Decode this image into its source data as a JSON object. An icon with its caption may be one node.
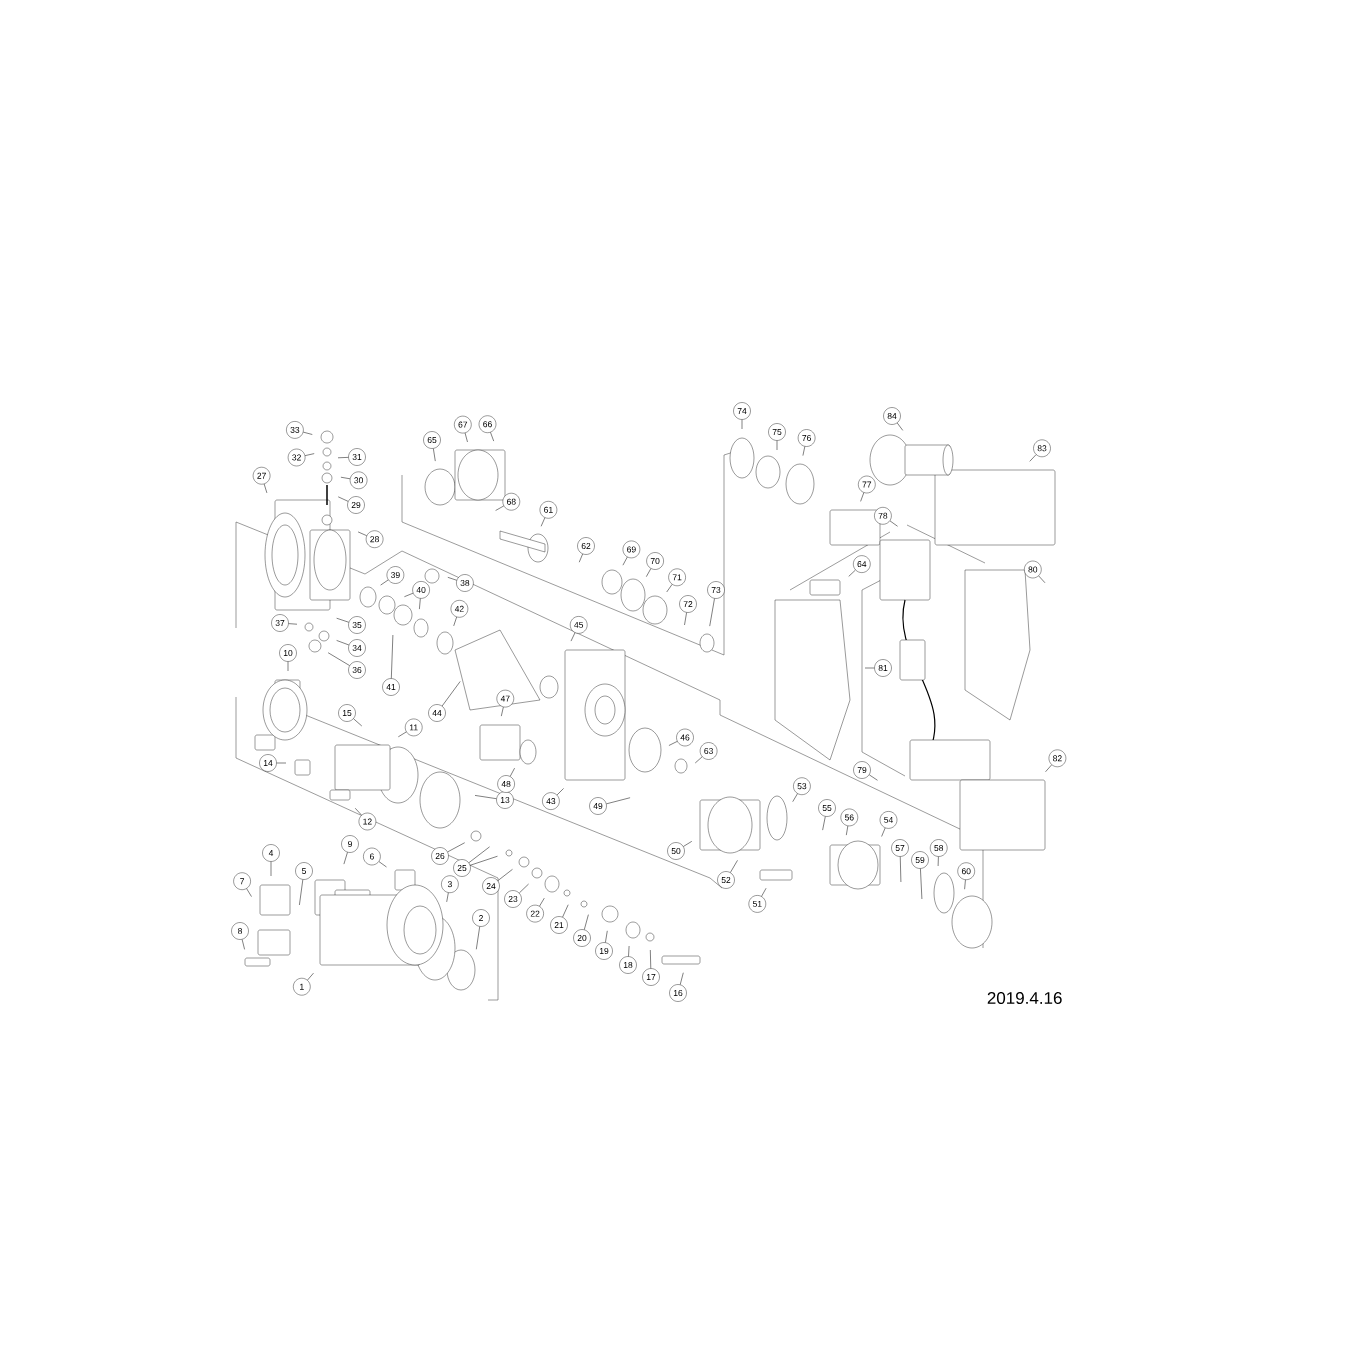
{
  "diagram": {
    "nodes": [
      {
        "text": [
          "1"
        ]
      },
      {
        "text": [
          "2"
        ]
      },
      {
        "text": [
          "3"
        ]
      },
      {
        "text": [
          "4"
        ]
      },
      {
        "text": [
          "5"
        ]
      },
      {
        "text": [
          "6"
        ]
      },
      {
        "text": [
          "7"
        ]
      },
      {
        "text": [
          "8"
        ]
      },
      {
        "text": [
          "9"
        ]
      },
      {
        "text": [
          "10"
        ]
      },
      {
        "text": [
          "11"
        ]
      },
      {
        "text": [
          "12"
        ]
      },
      {
        "text": [
          "13"
        ]
      },
      {
        "text": [
          "14"
        ]
      },
      {
        "text": [
          "15"
        ]
      },
      {
        "text": [
          "16"
        ]
      },
      {
        "text": [
          "17"
        ]
      },
      {
        "text": [
          "18"
        ]
      },
      {
        "text": [
          "19"
        ]
      },
      {
        "text": [
          "20"
        ]
      },
      {
        "text": [
          "21"
        ]
      },
      {
        "text": [
          "22"
        ]
      },
      {
        "text": [
          "23"
        ]
      },
      {
        "text": [
          "24"
        ]
      },
      {
        "text": [
          "25"
        ]
      },
      {
        "text": [
          "26"
        ]
      },
      {
        "text": [
          "27"
        ]
      },
      {
        "text": [
          "28"
        ]
      },
      {
        "text": [
          "29"
        ]
      },
      {
        "text": [
          "30"
        ]
      },
      {
        "text": [
          "31"
        ]
      },
      {
        "text": [
          "32"
        ]
      },
      {
        "text": [
          "33"
        ]
      },
      {
        "text": [
          "34"
        ]
      },
      {
        "text": [
          "35"
        ]
      },
      {
        "text": [
          "36"
        ]
      },
      {
        "text": [
          "37"
        ]
      },
      {
        "text": [
          "38"
        ]
      },
      {
        "text": [
          "39"
        ]
      },
      {
        "text": [
          "40"
        ]
      },
      {
        "text": [
          "41"
        ]
      },
      {
        "text": [
          "42"
        ]
      },
      {
        "text": [
          "43"
        ]
      },
      {
        "text": [
          "44"
        ]
      },
      {
        "text": [
          "45"
        ]
      },
      {
        "text": [
          "46"
        ]
      },
      {
        "text": [
          "47"
        ]
      },
      {
        "text": [
          "48"
        ]
      },
      {
        "text": [
          "49"
        ]
      },
      {
        "text": [
          "50"
        ]
      },
      {
        "text": [
          "51"
        ]
      },
      {
        "text": [
          "52"
        ]
      },
      {
        "text": [
          "53"
        ]
      },
      {
        "text": [
          "54"
        ]
      },
      {
        "text": [
          "55"
        ]
      },
      {
        "text": [
          "56"
        ]
      },
      {
        "text": [
          "57"
        ]
      },
      {
        "text": [
          "58"
        ]
      },
      {
        "text": [
          "59"
        ]
      },
      {
        "text": [
          "60"
        ]
      },
      {
        "text": [
          "61"
        ]
      },
      {
        "text": [
          "62"
        ]
      },
      {
        "text": [
          "63"
        ]
      },
      {
        "text": [
          "64"
        ]
      },
      {
        "text": [
          "65"
        ]
      },
      {
        "text": [
          "66"
        ]
      },
      {
        "text": [
          "67"
        ]
      },
      {
        "text": [
          "68"
        ]
      },
      {
        "text": [
          "69"
        ]
      },
      {
        "text": [
          "70"
        ]
      },
      {
        "text": [
          "71"
        ]
      },
      {
        "text": [
          "72"
        ]
      },
      {
        "text": [
          "73"
        ]
      },
      {
        "text": [
          "74"
        ]
      },
      {
        "text": [
          "75"
        ]
      },
      {
        "text": [
          "76"
        ]
      },
      {
        "text": [
          "77"
        ]
      },
      {
        "text": [
          "78"
        ]
      },
      {
        "text": [
          "79"
        ]
      },
      {
        "text": [
          "80"
        ]
      },
      {
        "text": [
          "81"
        ]
      },
      {
        "text": [
          "82"
        ]
      },
      {
        "text": [
          "83"
        ]
      },
      {
        "text": [
          "84"
        ]
      }
    ],
    "edges": [
      {
        "from": 0,
        "to": null,
        "arrow": "none"
      },
      {
        "from": 1,
        "to": null,
        "arrow": "none"
      },
      {
        "from": 2,
        "to": null,
        "arrow": "none"
      },
      {
        "from": 3,
        "to": null,
        "arrow": "none"
      },
      {
        "from": 4,
        "to": null,
        "arrow": "none"
      },
      {
        "from": 5,
        "to": null,
        "arrow": "none"
      },
      {
        "from": 6,
        "to": null,
        "arrow": "none"
      },
      {
        "from": 7,
        "to": null,
        "arrow": "none"
      },
      {
        "from": 8,
        "to": null,
        "arrow": "none"
      },
      {
        "from": 9,
        "to": null,
        "arrow": "none"
      },
      {
        "from": 10,
        "to": null,
        "arrow": "none"
      },
      {
        "from": 11,
        "to": null,
        "arrow": "none"
      },
      {
        "from": 12,
        "to": null,
        "arrow": "none"
      },
      {
        "from": 13,
        "to": null,
        "arrow": "none"
      },
      {
        "from": 14,
        "to": null,
        "arrow": "none"
      },
      {
        "from": 15,
        "to": null,
        "arrow": "none"
      },
      {
        "from": 16,
        "to": null,
        "arrow": "none"
      },
      {
        "from": 17,
        "to": null,
        "arrow": "none"
      },
      {
        "from": 18,
        "to": null,
        "arrow": "none"
      },
      {
        "from": 19,
        "to": null,
        "arrow": "none"
      },
      {
        "from": 20,
        "to": null,
        "arrow": "none"
      },
      {
        "from": 21,
        "to": null,
        "arrow": "none"
      },
      {
        "from": 22,
        "to": null,
        "arrow": "none"
      },
      {
        "from": 23,
        "to": null,
        "arrow": "none"
      },
      {
        "from": 24,
        "to": null,
        "arrow": "none"
      },
      {
        "from": 24,
        "to": null,
        "arrow": "none"
      },
      {
        "from": 25,
        "to": null,
        "arrow": "none"
      },
      {
        "from": 26,
        "to": null,
        "arrow": "none"
      },
      {
        "from": 27,
        "to": null,
        "arrow": "none"
      },
      {
        "from": 28,
        "to": null,
        "arrow": "none"
      },
      {
        "from": 29,
        "to": null,
        "arrow": "none"
      },
      {
        "from": 30,
        "to": null,
        "arrow": "none"
      },
      {
        "from": 31,
        "to": null,
        "arrow": "none"
      },
      {
        "from": 32,
        "to": null,
        "arrow": "none"
      },
      {
        "from": 33,
        "to": null,
        "arrow": "none"
      },
      {
        "from": 34,
        "to": null,
        "arrow": "none"
      },
      {
        "from": 35,
        "to": null,
        "arrow": "none"
      },
      {
        "from": 36,
        "to": null,
        "arrow": "none"
      },
      {
        "from": 37,
        "to": null,
        "arrow": "none"
      },
      {
        "from": 38,
        "to": null,
        "arrow": "none"
      },
      {
        "from": 39,
        "to": null,
        "arrow": "none"
      },
      {
        "from": 39,
        "to": null,
        "arrow": "none"
      },
      {
        "from": 40,
        "to": null,
        "arrow": "none"
      },
      {
        "from": 41,
        "to": null,
        "arrow": "none"
      },
      {
        "from": 42,
        "to": null,
        "arrow": "none"
      },
      {
        "from": 43,
        "to": null,
        "arrow": "none"
      },
      {
        "from": 44,
        "to": null,
        "arrow": "none"
      },
      {
        "from": 45,
        "to": null,
        "arrow": "none"
      },
      {
        "from": 46,
        "to": null,
        "arrow": "none"
      },
      {
        "from": 47,
        "to": null,
        "arrow": "none"
      },
      {
        "from": 48,
        "to": null,
        "arrow": "none"
      },
      {
        "from": 49,
        "to": null,
        "arrow": "none"
      },
      {
        "from": 50,
        "to": null,
        "arrow": "none"
      },
      {
        "from": 51,
        "to": null,
        "arrow": "none"
      },
      {
        "from": 52,
        "to": null,
        "arrow": "none"
      },
      {
        "from": 53,
        "to": null,
        "arrow": "none"
      },
      {
        "from": 54,
        "to": null,
        "arrow": "none"
      },
      {
        "from": 55,
        "to": null,
        "arrow": "none"
      },
      {
        "from": 56,
        "to": null,
        "arrow": "none"
      },
      {
        "from": 57,
        "to": null,
        "arrow": "none"
      },
      {
        "from": 58,
        "to": null,
        "arrow": "none"
      },
      {
        "from": 59,
        "to": null,
        "arrow": "none"
      },
      {
        "from": 60,
        "to": null,
        "arrow": "none"
      },
      {
        "from": 61,
        "to": null,
        "arrow": "none"
      },
      {
        "from": 62,
        "to": null,
        "arrow": "none"
      },
      {
        "from": 63,
        "to": null,
        "arrow": "none"
      },
      {
        "from": 64,
        "to": null,
        "arrow": "none"
      },
      {
        "from": 65,
        "to": null,
        "arrow": "none"
      },
      {
        "from": 66,
        "to": null,
        "arrow": "none"
      },
      {
        "from": 67,
        "to": null,
        "arrow": "none"
      },
      {
        "from": 68,
        "to": null,
        "arrow": "none"
      },
      {
        "from": 69,
        "to": null,
        "arrow": "none"
      },
      {
        "from": 70,
        "to": null,
        "arrow": "none"
      },
      {
        "from": 71,
        "to": null,
        "arrow": "none"
      },
      {
        "from": 72,
        "to": null,
        "arrow": "none"
      },
      {
        "from": 73,
        "to": null,
        "arrow": "none"
      },
      {
        "from": 74,
        "to": null,
        "arrow": "none"
      },
      {
        "from": 75,
        "to": null,
        "arrow": "none"
      },
      {
        "from": 76,
        "to": null,
        "arrow": "none"
      },
      {
        "from": 77,
        "to": null,
        "arrow": "none"
      },
      {
        "from": 78,
        "to": null,
        "arrow": "none"
      },
      {
        "from": 79,
        "to": null,
        "arrow": "none"
      },
      {
        "from": 80,
        "to": null,
        "arrow": "none"
      },
      {
        "from": 81,
        "to": null,
        "arrow": "none"
      },
      {
        "from": 82,
        "to": null,
        "arrow": "none"
      },
      {
        "from": 83,
        "to": null,
        "arrow": "none"
      }
    ],
    "labels": [
      "2019.4.16"
    ]
  }
}
